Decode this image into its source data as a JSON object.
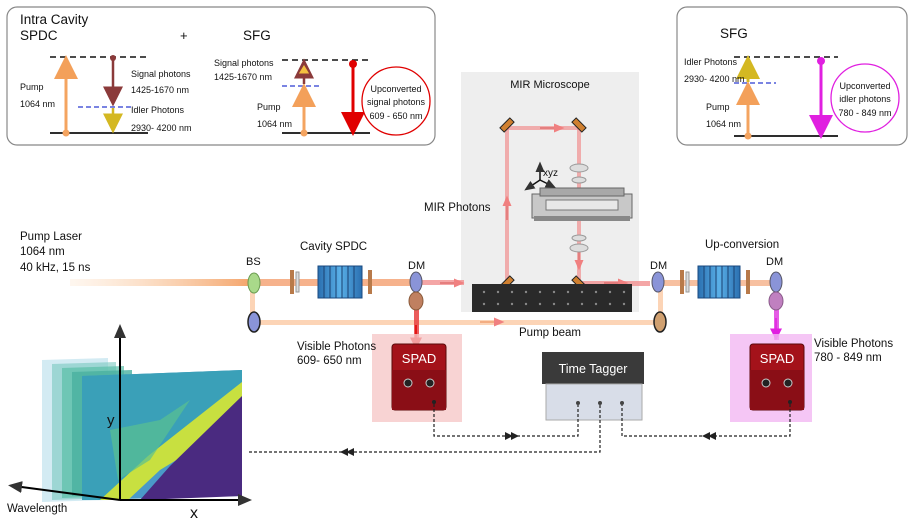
{
  "energy_left": {
    "title_line1": "Intra Cavity",
    "title_line2": "SPDC",
    "plus": "+",
    "sfg_title": "SFG",
    "pump_label": "Pump",
    "pump_wavelength": "1064 nm",
    "signal_label": "Signal photons",
    "signal_range": "1425-1670 nm",
    "idler_label": "Idler Photons",
    "idler_range": "2930- 4200 nm",
    "sfg_signal_label": "Signal photons",
    "sfg_signal_range": "1425-1670 nm",
    "sfg_pump_label": "Pump",
    "sfg_pump_wavelength": "1064 nm",
    "upconverted_line1": "Upconverted",
    "upconverted_line2": "signal photons",
    "upconverted_line3": "609 - 650 nm"
  },
  "energy_right": {
    "title": "SFG",
    "idler_label": "Idler Photons",
    "idler_range": "2930- 4200 nm",
    "pump_label": "Pump",
    "pump_wavelength": "1064 nm",
    "upconverted_line1": "Upconverted",
    "upconverted_line2": "idler photons",
    "upconverted_line3": "780 - 849 nm"
  },
  "setup": {
    "pump_laser_line1": "Pump Laser",
    "pump_laser_line2": "1064 nm",
    "pump_laser_line3": "40 kHz, 15 ns",
    "bs": "BS",
    "cavity_spdc": "Cavity SPDC",
    "dm_left": "DM",
    "dm_mid": "DM",
    "dm_right": "DM",
    "mir_microscope": "MIR Microscope",
    "mir_photons": "MIR Photons",
    "xyz": "xyz",
    "upconversion": "Up-conversion",
    "pump_beam": "Pump beam",
    "visible_left_line1": "Visible Photons",
    "visible_left_line2": "609- 650 nm",
    "visible_right_line1": "Visible Photons",
    "visible_right_line2": "780 - 849 nm",
    "spad_left": "SPAD",
    "spad_right": "SPAD",
    "time_tagger": "Time Tagger"
  },
  "image_stack": {
    "axis_y": "y",
    "axis_x": "x",
    "axis_wavelength": "Wavelength"
  },
  "colors": {
    "pump": "#f4a460",
    "signal": "#8b3a3a",
    "idler": "#d4b822",
    "upconverted_signal": "#e00000",
    "upconverted_idler": "#e020e0",
    "spad": "#a4121a"
  }
}
